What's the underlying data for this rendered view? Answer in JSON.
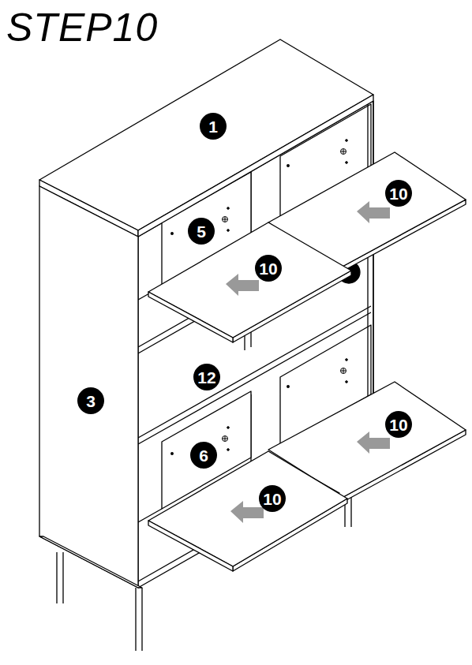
{
  "diagram": {
    "title": "STEP10",
    "labels": [
      "1",
      "10",
      "5",
      "10",
      "12",
      "3",
      "10",
      "6",
      "10"
    ]
  }
}
